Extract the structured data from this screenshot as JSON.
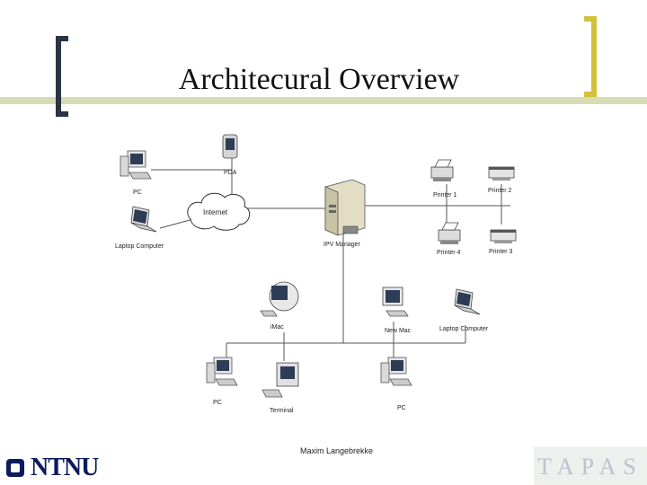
{
  "slide": {
    "title": "Architecural Overview",
    "footer_text": "Maxim Langebrekke",
    "logo_text": "NTNU",
    "tapas_text": "TAPAS"
  },
  "diagram": {
    "internet_label": "Internet",
    "nodes": {
      "pc_top": "PC",
      "pda": "PDA",
      "laptop_top": "Laptop Computer",
      "ipv_manager": "IPV Manager",
      "printer_1": "Printer 1",
      "printer_2": "Printer 2",
      "printer_3": "Printer 3",
      "printer_4": "Printer 4",
      "imac": "iMac",
      "new_mac": "New Mac",
      "laptop_bottom": "Laptop Computer",
      "pc_bottom_left": "PC",
      "terminal": "Terminal",
      "pc_bottom_right": "PC"
    }
  },
  "colors": {
    "bracket_left": "#2b3442",
    "bracket_right": "#d2c23b",
    "band": "#d8dcb4",
    "ntnu_blue": "#0d1b5c"
  }
}
